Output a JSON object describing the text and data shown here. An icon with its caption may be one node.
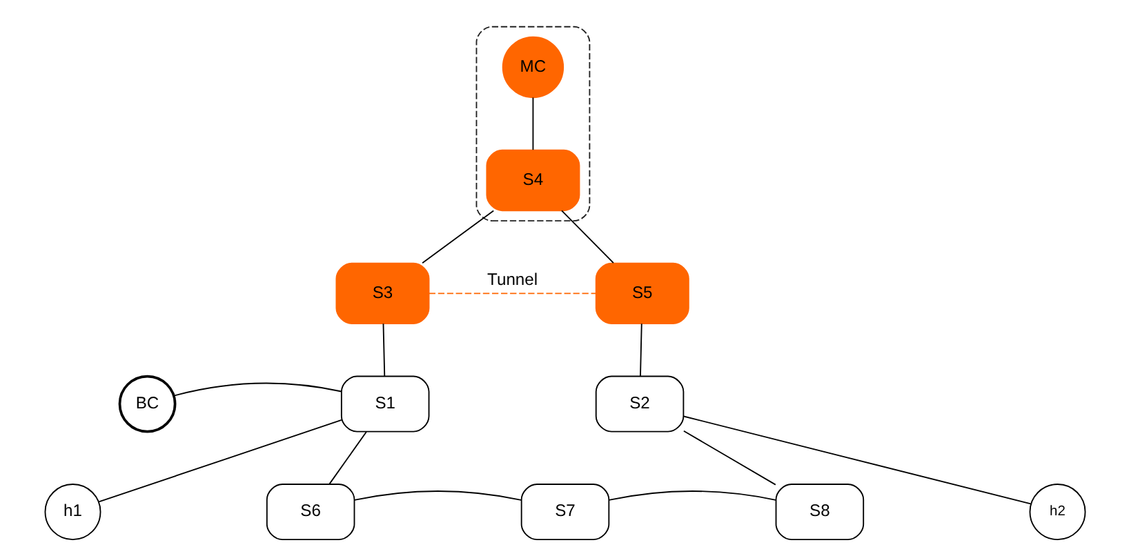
{
  "diagram": {
    "nodes": [
      {
        "text": [],
        "shape": "box"
      },
      {
        "text": [
          "MC"
        ],
        "in": 0
      },
      {
        "text": [
          "S4"
        ],
        "in": 0
      },
      {
        "text": [
          "S3"
        ]
      },
      {
        "text": [
          "S5"
        ]
      },
      {
        "text": [
          "BC"
        ]
      },
      {
        "text": [
          "S1"
        ]
      },
      {
        "text": [
          "S2"
        ]
      },
      {
        "text": [
          "h1"
        ]
      },
      {
        "text": [
          "S6"
        ]
      },
      {
        "text": [
          "S7"
        ]
      },
      {
        "text": [
          "S8"
        ]
      },
      {
        "text": [
          "h2"
        ]
      }
    ],
    "edges": [
      {
        "from": 1,
        "to": 2,
        "arrow": "none"
      },
      {
        "from": 3,
        "to": 2,
        "arrow": "none"
      },
      {
        "from": 2,
        "to": 4,
        "arrow": "none"
      },
      {
        "from": 3,
        "to": 4,
        "arrow": "none",
        "label": "Tunnel",
        "style": "dashed",
        "color": "#ff6600"
      },
      {
        "from": 3,
        "to": 6,
        "arrow": "none"
      },
      {
        "from": 4,
        "to": 7,
        "arrow": "none"
      },
      {
        "from": 5,
        "to": 6,
        "arrow": "none"
      },
      {
        "from": 6,
        "to": 8,
        "arrow": "none"
      },
      {
        "from": 6,
        "to": 9,
        "arrow": "none"
      },
      {
        "from": 9,
        "to": 10,
        "arrow": "none"
      },
      {
        "from": 10,
        "to": 11,
        "arrow": "none"
      },
      {
        "from": 11,
        "to": 7,
        "arrow": "none"
      },
      {
        "from": 7,
        "to": 12,
        "arrow": "none"
      }
    ]
  }
}
